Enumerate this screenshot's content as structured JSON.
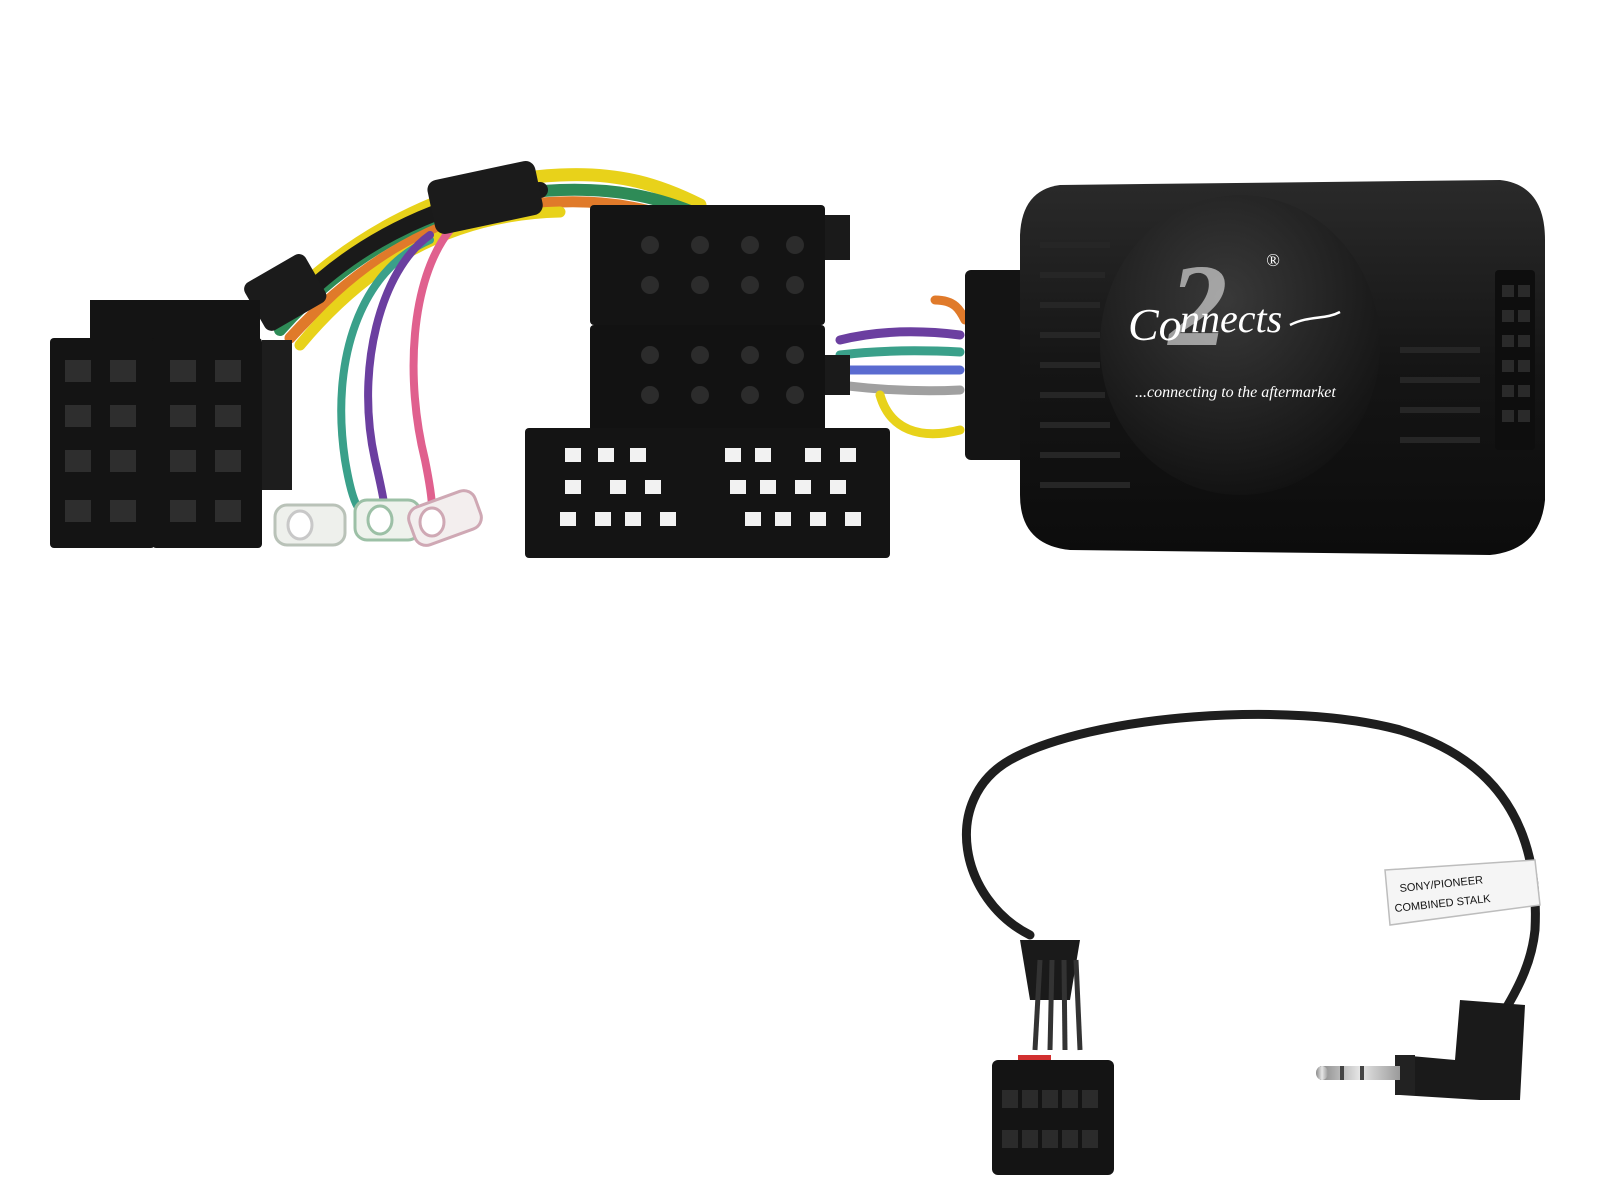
{
  "product": {
    "brand_line1": "Co",
    "brand_number": "2",
    "brand_line2": "nnects",
    "registered_mark": "®",
    "tagline": "...connecting to the aftermarket"
  },
  "patch_lead": {
    "label_line1": "SONY/PIONEER",
    "label_line2": "COMBINED STALK"
  },
  "colors": {
    "background": "#ffffff",
    "plastic": "#141414",
    "module_body": "#1b1b1b",
    "wire_yellow": "#e8d21a",
    "wire_green": "#2e8b57",
    "wire_orange": "#e07a2a",
    "wire_purple": "#6b3fa0",
    "wire_pink": "#e0608e",
    "wire_teal": "#3aa08a"
  },
  "icons": {
    "iso_connector": "iso-connector-icon",
    "quadlock_connector": "quadlock-connector-icon",
    "interface_module": "interface-module-icon",
    "jack_plug": "jack-plug-icon"
  }
}
